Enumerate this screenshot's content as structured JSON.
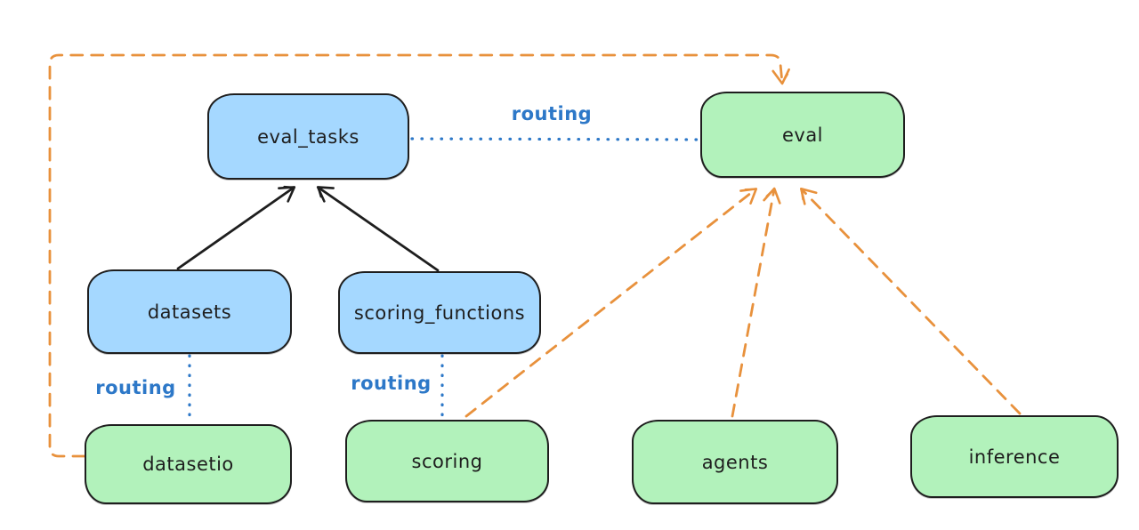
{
  "diagram": {
    "title": "",
    "background": "#ffffff",
    "colors": {
      "blue_node_fill": "#a5d8ff",
      "green_node_fill": "#b2f2bb",
      "node_stroke": "#1e1e1e",
      "routing_blue": "#2d78c8",
      "orange_dashed": "#e8913c",
      "black_arrow": "#1e1e1e"
    }
  },
  "nodes": {
    "eval_tasks": {
      "label": "eval_tasks",
      "color": "blue"
    },
    "eval": {
      "label": "eval",
      "color": "green"
    },
    "datasets": {
      "label": "datasets",
      "color": "blue"
    },
    "scoring_functions": {
      "label": "scoring_functions",
      "color": "blue"
    },
    "datasetio": {
      "label": "datasetio",
      "color": "green"
    },
    "scoring": {
      "label": "scoring",
      "color": "green"
    },
    "agents": {
      "label": "agents",
      "color": "green"
    },
    "inference": {
      "label": "inference",
      "color": "green"
    }
  },
  "edge_labels": {
    "eval_tasks_to_eval": "routing",
    "datasets_to_datasetio": "routing",
    "scoring_functions_to_scoring": "routing"
  },
  "edges": [
    {
      "from": "datasets",
      "to": "eval_tasks",
      "style": "solid",
      "color": "black",
      "arrow": true,
      "label": ""
    },
    {
      "from": "scoring_functions",
      "to": "eval_tasks",
      "style": "solid",
      "color": "black",
      "arrow": true,
      "label": ""
    },
    {
      "from": "eval_tasks",
      "to": "eval",
      "style": "dotted",
      "color": "blue",
      "arrow": false,
      "label": "routing"
    },
    {
      "from": "datasets",
      "to": "datasetio",
      "style": "dotted",
      "color": "blue",
      "arrow": false,
      "label": "routing"
    },
    {
      "from": "scoring_functions",
      "to": "scoring",
      "style": "dotted",
      "color": "blue",
      "arrow": false,
      "label": "routing"
    },
    {
      "from": "datasetio",
      "to": "eval",
      "style": "dashed",
      "color": "orange",
      "arrow": true,
      "label": ""
    },
    {
      "from": "scoring",
      "to": "eval",
      "style": "dashed",
      "color": "orange",
      "arrow": true,
      "label": ""
    },
    {
      "from": "agents",
      "to": "eval",
      "style": "dashed",
      "color": "orange",
      "arrow": true,
      "label": ""
    },
    {
      "from": "inference",
      "to": "eval",
      "style": "dashed",
      "color": "orange",
      "arrow": true,
      "label": ""
    }
  ]
}
